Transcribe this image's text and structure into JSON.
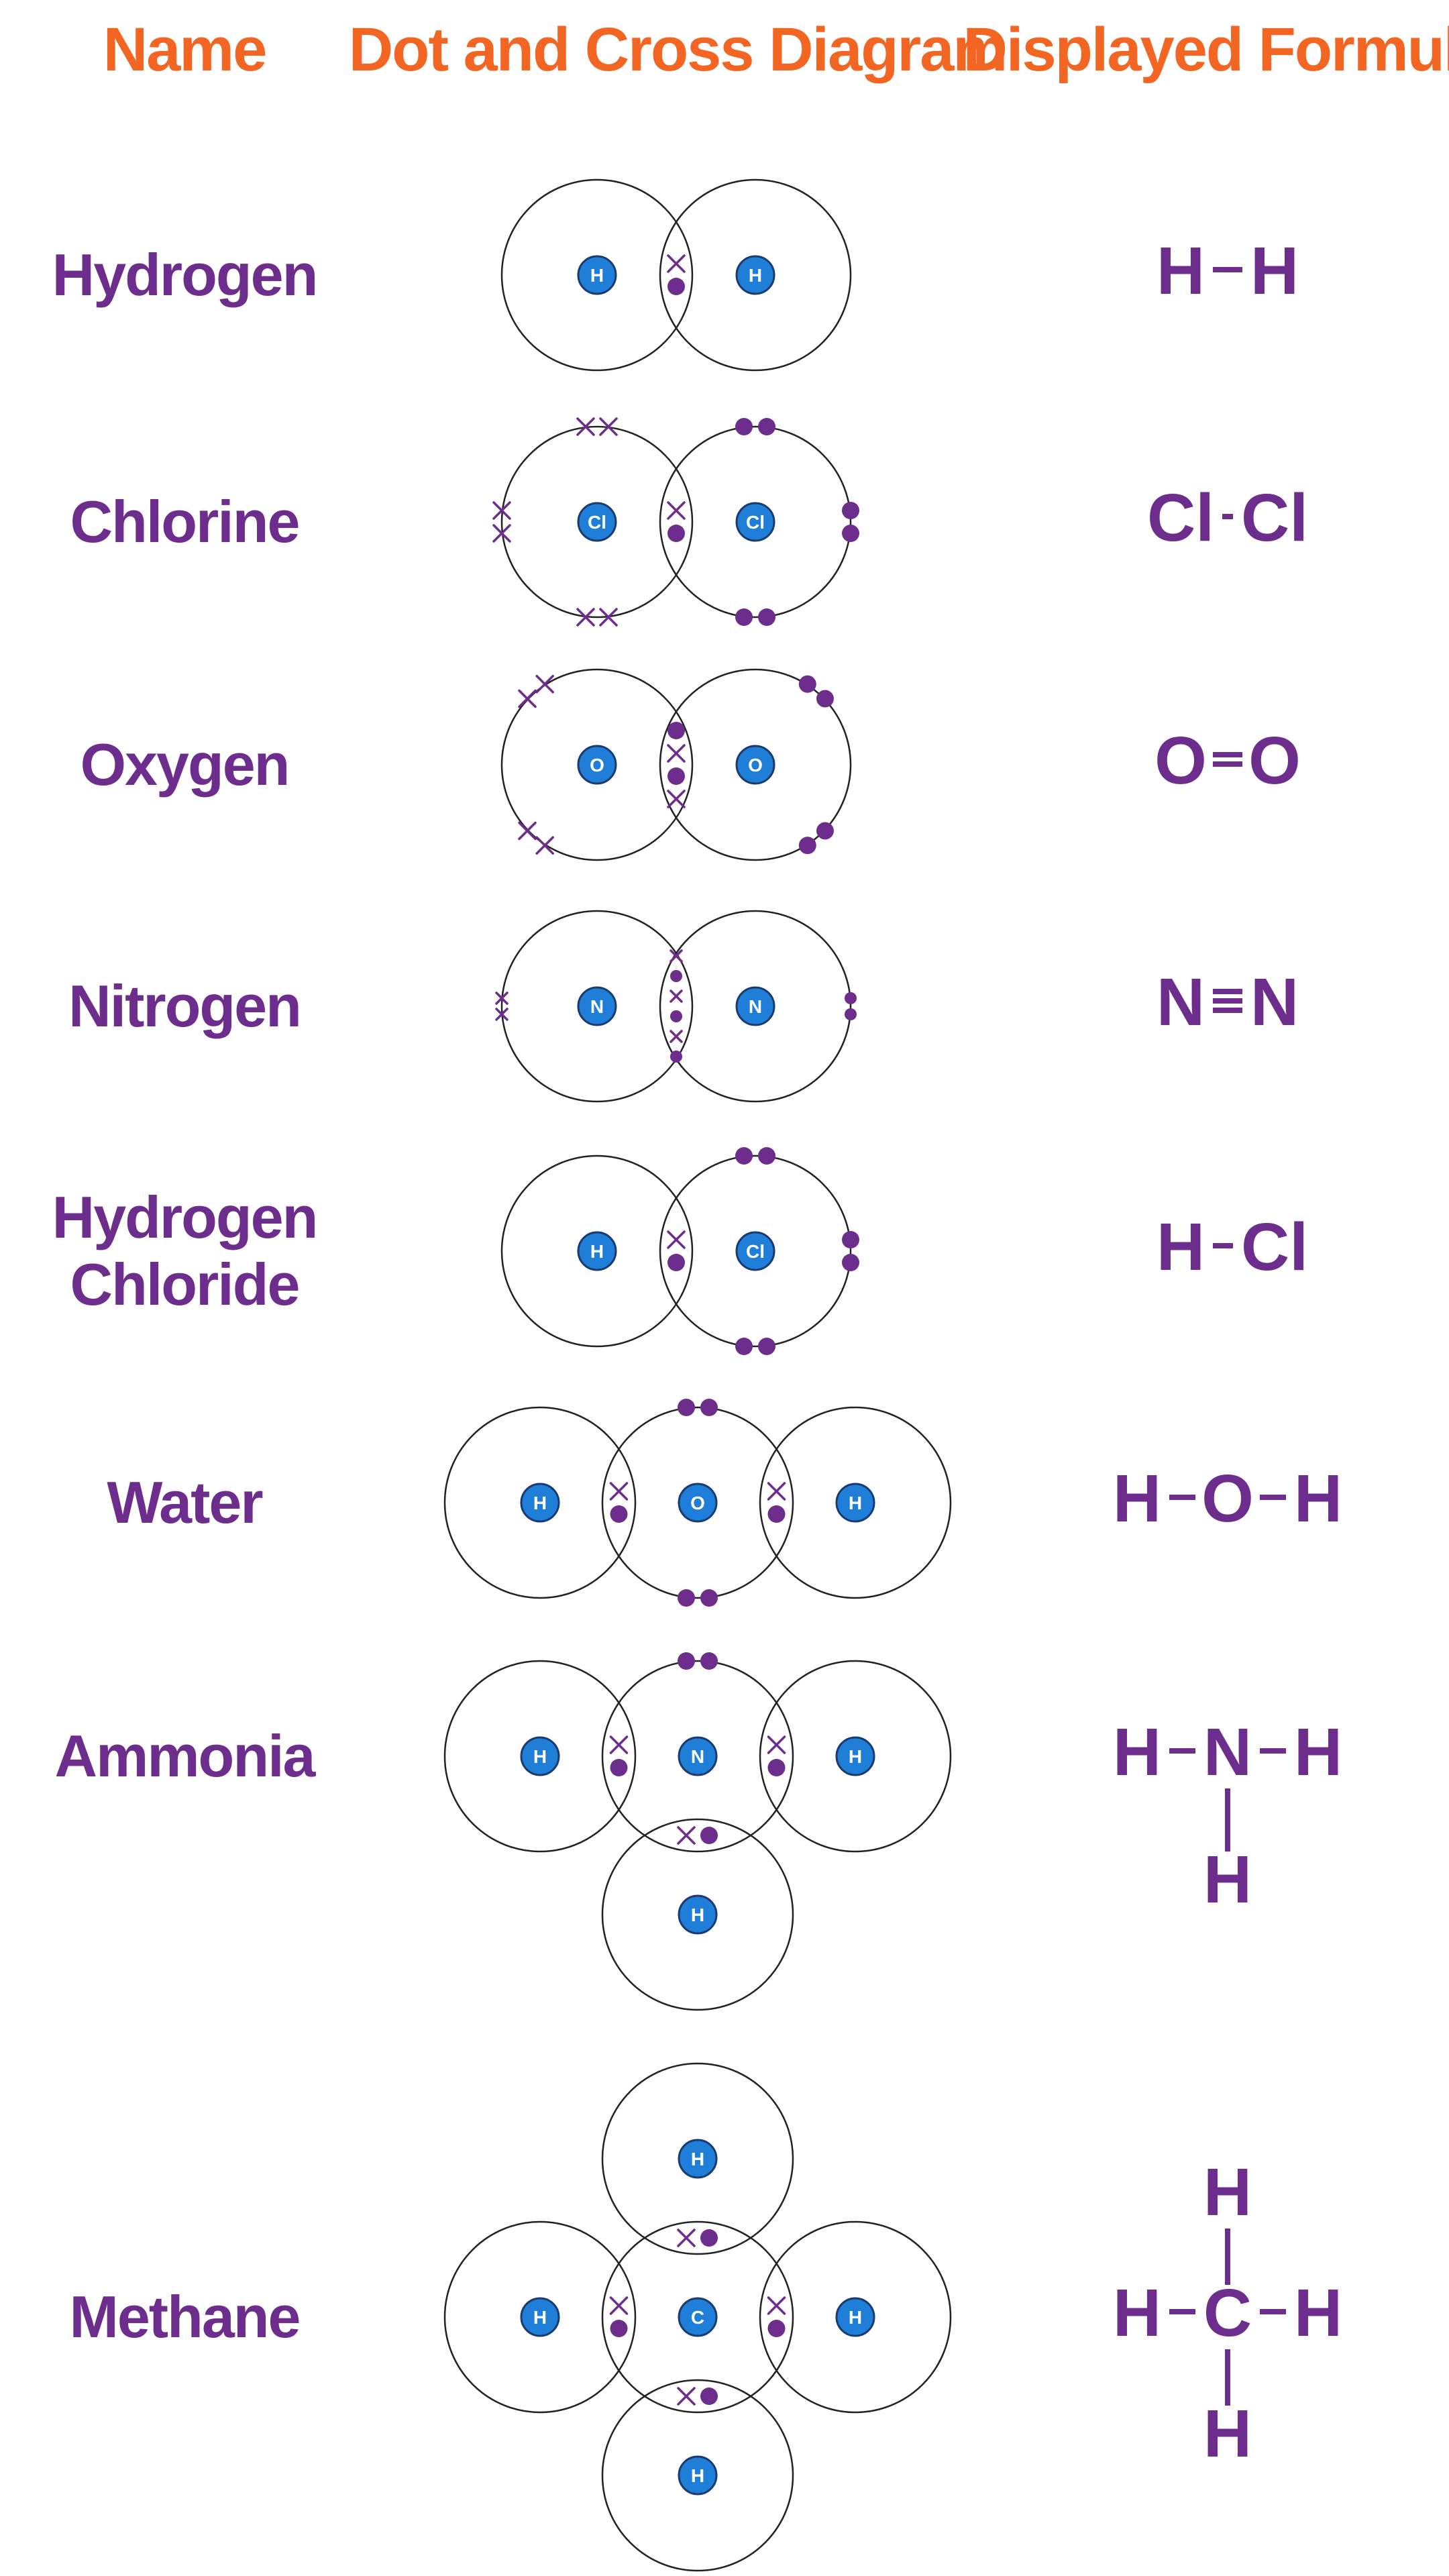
{
  "headers": {
    "name": "Name",
    "diagram": "Dot and Cross Diagram",
    "formula": "Displayed Formula"
  },
  "colors": {
    "header": "#f26522",
    "text": "#6c2d8c",
    "nucleus": "#1f7fd8",
    "electron": "#6c2d8c"
  },
  "molecules": [
    {
      "name_lines": [
        "Hydrogen"
      ],
      "formula": {
        "atoms": [
          {
            "s": "H"
          },
          {
            "s": "H"
          }
        ],
        "bonds": [
          {
            "a": 0,
            "b": 1,
            "n": 1
          }
        ]
      },
      "diagram": {
        "atoms": [
          {
            "s": "H"
          },
          {
            "s": "H"
          }
        ],
        "shared": [
          {
            "pair": [
              0,
              1
            ],
            "electrons": [
              "x",
              "o"
            ]
          }
        ],
        "lone": []
      }
    },
    {
      "name_lines": [
        "Chlorine"
      ],
      "formula": {
        "atoms": [
          {
            "s": "Cl"
          },
          {
            "s": "Cl"
          }
        ],
        "bonds": [
          {
            "a": 0,
            "b": 1,
            "n": 1
          }
        ]
      },
      "diagram": {
        "atoms": [
          {
            "s": "Cl"
          },
          {
            "s": "Cl"
          }
        ],
        "shared": [
          {
            "pair": [
              0,
              1
            ],
            "electrons": [
              "x",
              "o"
            ]
          }
        ],
        "lone": [
          {
            "atom": 0,
            "side": "top",
            "type": "x"
          },
          {
            "atom": 0,
            "side": "left",
            "type": "x"
          },
          {
            "atom": 0,
            "side": "bottom",
            "type": "x"
          },
          {
            "atom": 1,
            "side": "top",
            "type": "o"
          },
          {
            "atom": 1,
            "side": "right",
            "type": "o"
          },
          {
            "atom": 1,
            "side": "bottom",
            "type": "o"
          }
        ]
      }
    },
    {
      "name_lines": [
        "Oxygen"
      ],
      "formula": {
        "atoms": [
          {
            "s": "O"
          },
          {
            "s": "O"
          }
        ],
        "bonds": [
          {
            "a": 0,
            "b": 1,
            "n": 2
          }
        ]
      },
      "diagram": {
        "atoms": [
          {
            "s": "O"
          },
          {
            "s": "O"
          }
        ],
        "shared": [
          {
            "pair": [
              0,
              1
            ],
            "electrons": [
              "o",
              "x",
              "o",
              "x"
            ]
          }
        ],
        "lone": [
          {
            "atom": 0,
            "side": "top-left",
            "type": "x"
          },
          {
            "atom": 0,
            "side": "bottom-left",
            "type": "x"
          },
          {
            "atom": 1,
            "side": "top-right",
            "type": "o"
          },
          {
            "atom": 1,
            "side": "bottom-right",
            "type": "o"
          }
        ]
      }
    },
    {
      "name_lines": [
        "Nitrogen"
      ],
      "formula": {
        "atoms": [
          {
            "s": "N"
          },
          {
            "s": "N"
          }
        ],
        "bonds": [
          {
            "a": 0,
            "b": 1,
            "n": 3
          }
        ]
      },
      "diagram": {
        "atoms": [
          {
            "s": "N"
          },
          {
            "s": "N"
          }
        ],
        "shared": [
          {
            "pair": [
              0,
              1
            ],
            "electrons": [
              "x",
              "o",
              "x",
              "o",
              "x",
              "o"
            ]
          }
        ],
        "lone": [
          {
            "atom": 0,
            "side": "left",
            "type": "x",
            "small": true
          },
          {
            "atom": 1,
            "side": "right",
            "type": "o",
            "small": true
          }
        ]
      }
    },
    {
      "name_lines": [
        "Hydrogen",
        "Chloride"
      ],
      "formula": {
        "atoms": [
          {
            "s": "H"
          },
          {
            "s": "Cl"
          }
        ],
        "bonds": [
          {
            "a": 0,
            "b": 1,
            "n": 1
          }
        ]
      },
      "diagram": {
        "atoms": [
          {
            "s": "H"
          },
          {
            "s": "Cl"
          }
        ],
        "shared": [
          {
            "pair": [
              0,
              1
            ],
            "electrons": [
              "x",
              "o"
            ]
          }
        ],
        "lone": [
          {
            "atom": 1,
            "side": "top",
            "type": "o"
          },
          {
            "atom": 1,
            "side": "right",
            "type": "o"
          },
          {
            "atom": 1,
            "side": "bottom",
            "type": "o"
          }
        ]
      }
    },
    {
      "name_lines": [
        "Water"
      ],
      "formula": {
        "atoms": [
          {
            "s": "H"
          },
          {
            "s": "O"
          },
          {
            "s": "H"
          }
        ],
        "bonds": [
          {
            "a": 0,
            "b": 1,
            "n": 1
          },
          {
            "a": 1,
            "b": 2,
            "n": 1
          }
        ]
      },
      "diagram": {
        "atoms": [
          {
            "s": "H"
          },
          {
            "s": "O"
          },
          {
            "s": "H"
          }
        ],
        "shared": [
          {
            "pair": [
              0,
              1
            ],
            "electrons": [
              "x",
              "o"
            ]
          },
          {
            "pair": [
              1,
              2
            ],
            "electrons": [
              "x",
              "o"
            ]
          }
        ],
        "lone": [
          {
            "atom": 1,
            "side": "top",
            "type": "o"
          },
          {
            "atom": 1,
            "side": "bottom",
            "type": "o"
          }
        ]
      }
    },
    {
      "name_lines": [
        "Ammonia"
      ],
      "formula": {
        "atoms": [
          {
            "s": "H"
          },
          {
            "s": "N"
          },
          {
            "s": "H"
          },
          {
            "s": "H"
          }
        ],
        "bonds": [
          {
            "a": 0,
            "b": 1,
            "n": 1
          },
          {
            "a": 1,
            "b": 2,
            "n": 1
          },
          {
            "a": 1,
            "b": 3,
            "n": 1
          }
        ]
      },
      "diagram": {
        "atoms": [
          {
            "s": "H"
          },
          {
            "s": "N"
          },
          {
            "s": "H"
          },
          {
            "s": "H"
          }
        ],
        "shared": [
          {
            "pair": [
              0,
              1
            ],
            "electrons": [
              "x",
              "o"
            ]
          },
          {
            "pair": [
              1,
              2
            ],
            "electrons": [
              "x",
              "o"
            ]
          },
          {
            "pair": [
              1,
              3
            ],
            "electrons": [
              "x",
              "o"
            ]
          }
        ],
        "lone": [
          {
            "atom": 1,
            "side": "top",
            "type": "o"
          }
        ]
      }
    },
    {
      "name_lines": [
        "Methane"
      ],
      "formula": {
        "atoms": [
          {
            "s": "H"
          },
          {
            "s": "H"
          },
          {
            "s": "C"
          },
          {
            "s": "H"
          },
          {
            "s": "H"
          }
        ],
        "bonds": [
          {
            "a": 0,
            "b": 2,
            "n": 1
          },
          {
            "a": 1,
            "b": 2,
            "n": 1
          },
          {
            "a": 2,
            "b": 3,
            "n": 1
          },
          {
            "a": 2,
            "b": 4,
            "n": 1
          }
        ]
      },
      "diagram": {
        "atoms": [
          {
            "s": "H"
          },
          {
            "s": "H"
          },
          {
            "s": "C"
          },
          {
            "s": "H"
          },
          {
            "s": "H"
          }
        ],
        "shared": [
          {
            "pair": [
              0,
              2
            ],
            "electrons": [
              "x",
              "o"
            ]
          },
          {
            "pair": [
              1,
              2
            ],
            "electrons": [
              "x",
              "o"
            ]
          },
          {
            "pair": [
              2,
              3
            ],
            "electrons": [
              "x",
              "o"
            ]
          },
          {
            "pair": [
              2,
              4
            ],
            "electrons": [
              "x",
              "o"
            ]
          }
        ],
        "lone": []
      }
    }
  ]
}
